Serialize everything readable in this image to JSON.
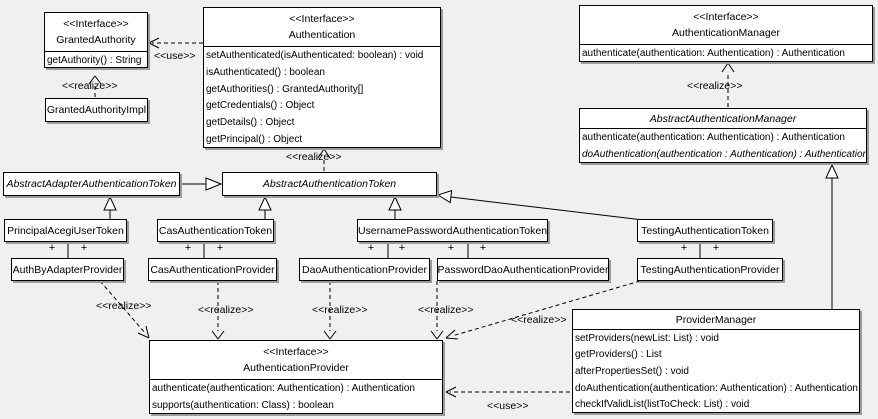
{
  "colors": {
    "background": "#f0f0f0",
    "box_fill": "#ffffff",
    "border": "#000000",
    "shadow": "#9b9b9b"
  },
  "labels": {
    "realize": "<<realize>>",
    "use": "<<use>>",
    "plus": "+"
  },
  "classes": [
    {
      "id": "granted-authority",
      "stereotype": "<<Interface>>",
      "name": "GrantedAuthority",
      "methods": [
        {
          "text": "getAuthority() : String"
        }
      ]
    },
    {
      "id": "granted-authority-impl",
      "name": "GrantedAuthorityImpl"
    },
    {
      "id": "authentication",
      "stereotype": "<<Interface>>",
      "name": "Authentication",
      "methods": [
        {
          "text": "setAuthenticated(isAuthenticated: boolean) : void"
        },
        {
          "text": "isAuthenticated() : boolean"
        },
        {
          "text": "getAuthorities() : GrantedAuthority[]"
        },
        {
          "text": "getCredentials() : Object"
        },
        {
          "text": "getDetails() : Object"
        },
        {
          "text": "getPrincipal() : Object"
        }
      ]
    },
    {
      "id": "authentication-manager",
      "stereotype": "<<Interface>>",
      "name": "AuthenticationManager",
      "methods": [
        {
          "text": "authenticate(authentication: Authentication) : Authentication"
        }
      ]
    },
    {
      "id": "abstract-authentication-manager",
      "name": "AbstractAuthenticationManager",
      "abstract": true,
      "methods": [
        {
          "text": "authenticate(authentication: Authentication) : Authentication"
        },
        {
          "text": "doAuthentication(authentication : Authentication) : Authentication",
          "italic": true
        }
      ]
    },
    {
      "id": "abstract-adapter-authentication-token",
      "name": "AbstractAdapterAuthenticationToken",
      "abstract": true
    },
    {
      "id": "abstract-authentication-token",
      "name": "AbstractAuthenticationToken",
      "abstract": true
    },
    {
      "id": "principal-acegi-user-token",
      "name": "PrincipalAcegiUserToken"
    },
    {
      "id": "cas-authentication-token",
      "name": "CasAuthenticationToken"
    },
    {
      "id": "username-password-authentication-token",
      "name": "UsernamePasswordAuthenticationToken"
    },
    {
      "id": "testing-authentication-token",
      "name": "TestingAuthenticationToken"
    },
    {
      "id": "auth-by-adapter-provider",
      "name": "AuthByAdapterProvider"
    },
    {
      "id": "cas-authentication-provider",
      "name": "CasAuthenticationProvider"
    },
    {
      "id": "dao-authentication-provider",
      "name": "DaoAuthenticationProvider"
    },
    {
      "id": "password-dao-authentication-provider",
      "name": "PasswordDaoAuthenticationProvider"
    },
    {
      "id": "testing-authentication-provider",
      "name": "TestingAuthenticationProvider"
    },
    {
      "id": "authentication-provider",
      "stereotype": "<<Interface>>",
      "name": "AuthenticationProvider",
      "methods": [
        {
          "text": "authenticate(authentication: Authentication) : Authentication"
        },
        {
          "text": "supports(authentication: Class) : boolean"
        }
      ]
    },
    {
      "id": "provider-manager",
      "name": "ProviderManager",
      "methods": [
        {
          "text": "setProviders(newList: List) : void"
        },
        {
          "text": "getProviders() : List"
        },
        {
          "text": "afterPropertiesSet() : void"
        },
        {
          "text": "doAuthentication(authentication: Authentication) : Authentication"
        },
        {
          "text": "checkIfValidList(listToCheck: List) : void"
        }
      ]
    }
  ]
}
